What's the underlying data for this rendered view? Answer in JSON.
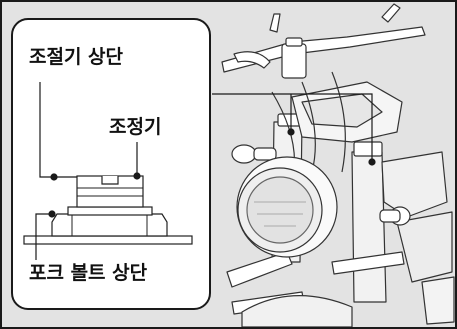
{
  "diagram": {
    "labels": {
      "adjuster_top": "조절기 상단",
      "adjuster": "조정기",
      "fork_bolt_top": "포크 볼트 상단"
    },
    "colors": {
      "background": "#e3e3e3",
      "inset_fill": "#ffffff",
      "line": "#1a1a1a",
      "part_fill": "#ffffff"
    }
  }
}
